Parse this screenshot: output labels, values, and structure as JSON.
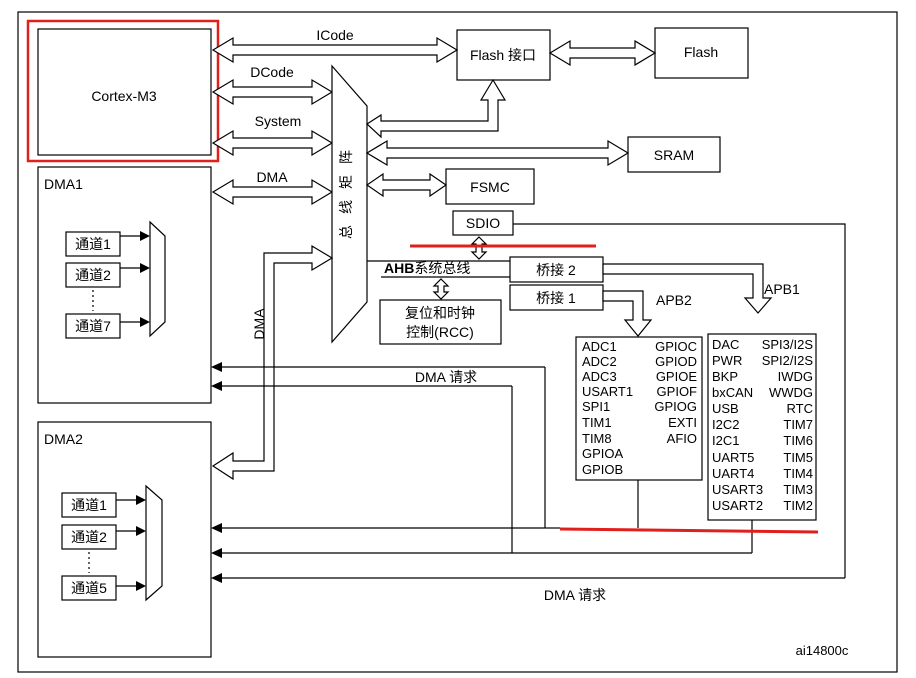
{
  "cortex": "Cortex-M3",
  "buses": {
    "icode": "ICode",
    "dcode": "DCode",
    "system": "System",
    "dma": "DMA",
    "dma_vertical": "DMA"
  },
  "flash_if": "Flash 接口",
  "flash": "Flash",
  "sram": "SRAM",
  "fsmc": "FSMC",
  "sdio": "SDIO",
  "matrix": [
    "总",
    "线",
    "矩",
    "阵"
  ],
  "ahb": {
    "bold": "AHB",
    "rest": "系统总线"
  },
  "bridge2": "桥接 2",
  "bridge1": "桥接 1",
  "apb2": "APB2",
  "apb1": "APB1",
  "rcc": [
    "复位和时钟",
    "控制(RCC)"
  ],
  "dma1": {
    "title": "DMA1",
    "channels": [
      "通道1",
      "通道2",
      "通道7"
    ]
  },
  "dma2": {
    "title": "DMA2",
    "channels": [
      "通道1",
      "通道2",
      "通道5"
    ]
  },
  "dma_request_top": "DMA 请求",
  "dma_request_bottom": "DMA 请求",
  "apb2_periph": {
    "left": [
      "ADC1",
      "ADC2",
      "ADC3",
      "USART1",
      "SPI1",
      "TIM1",
      "TIM8",
      "GPIOA",
      "GPIOB"
    ],
    "right": [
      "GPIOC",
      "GPIOD",
      "GPIOE",
      "GPIOF",
      "GPIOG",
      "EXTI",
      "AFIO"
    ]
  },
  "apb1_periph": {
    "left": [
      "DAC",
      "PWR",
      "BKP",
      "bxCAN",
      "USB",
      "I2C2",
      "I2C1",
      "UART5",
      "UART4",
      "USART3",
      "USART2"
    ],
    "right": [
      "SPI3/I2S",
      "SPI2/I2S",
      "IWDG",
      "WWDG",
      "RTC",
      "TIM7",
      "TIM6",
      "TIM5",
      "TIM4",
      "TIM3",
      "TIM2"
    ]
  },
  "figure_id": "ai14800c",
  "colors": {
    "highlight": "#e0201c",
    "line": "#000000"
  }
}
